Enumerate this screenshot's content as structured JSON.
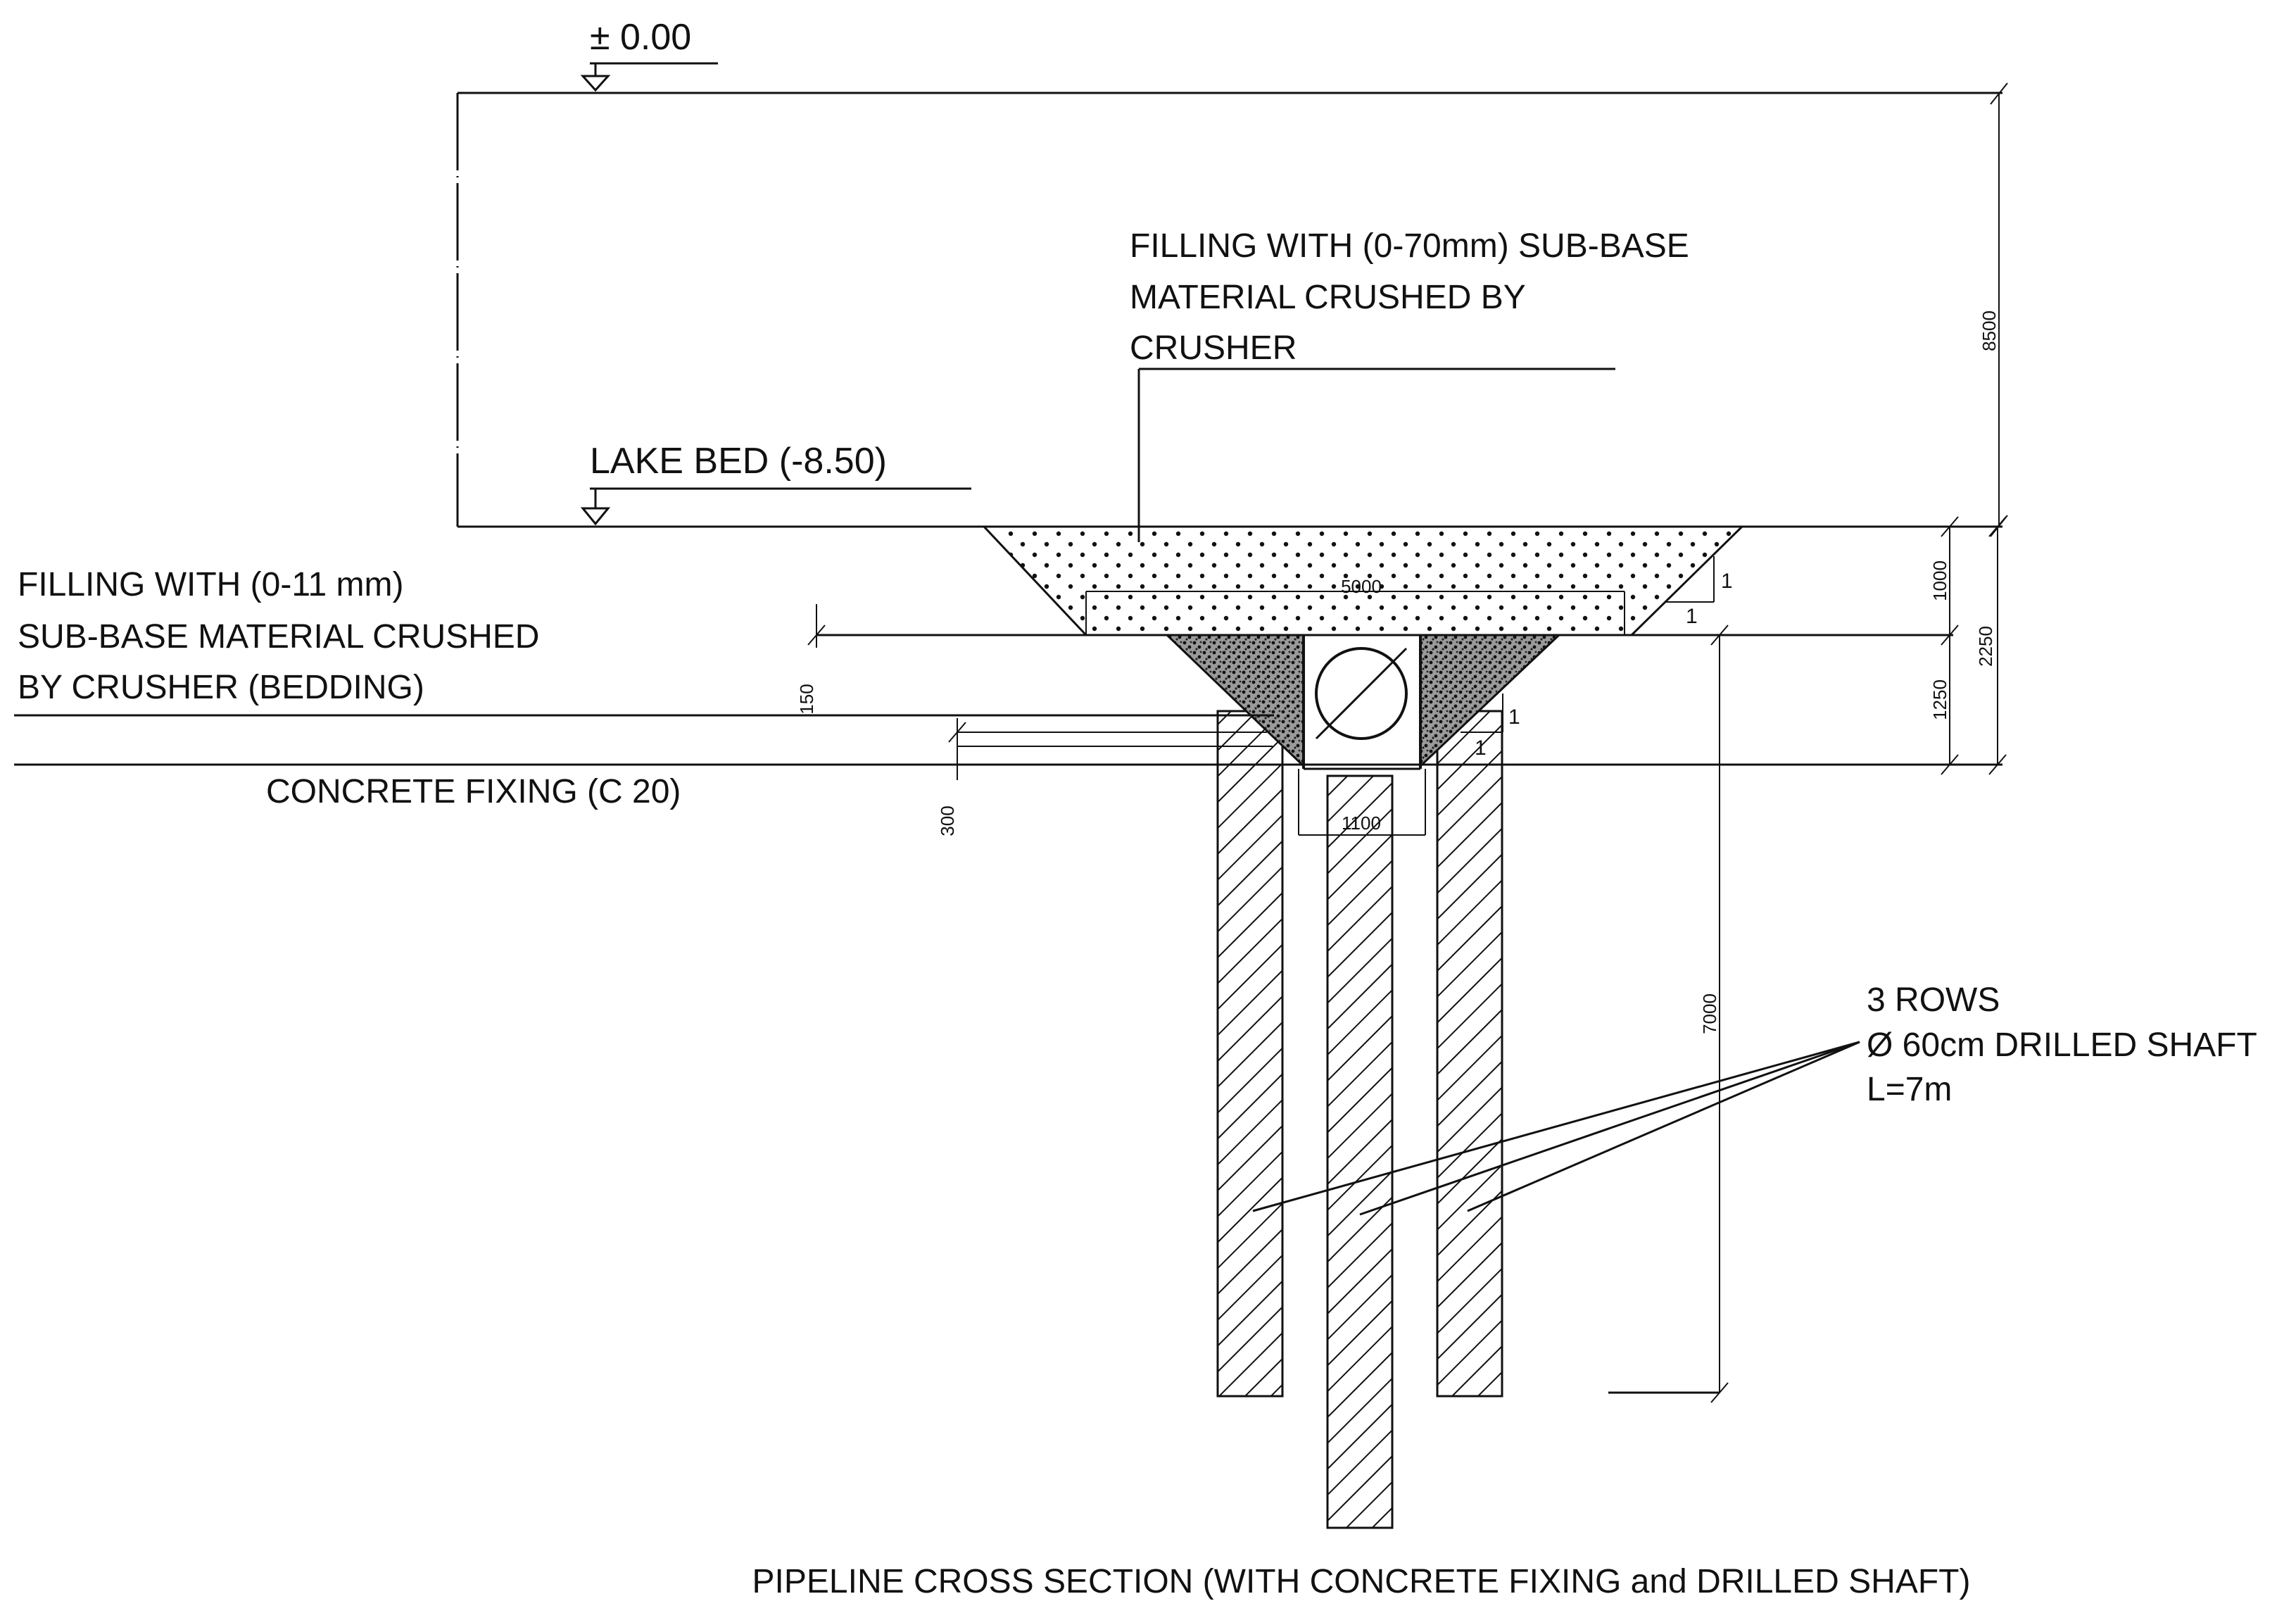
{
  "levels": {
    "top": "± 0.00",
    "lake_bed": "LAKE BED (-8.50)"
  },
  "notes": {
    "subbase_fill": [
      "FILLING WITH (0-70mm) SUB-BASE",
      "MATERIAL CRUSHED BY",
      "CRUSHER"
    ],
    "bedding_fill": [
      "FILLING WITH (0-11 mm)",
      "SUB-BASE MATERIAL CRUSHED",
      "BY CRUSHER (BEDDING)"
    ],
    "concrete_fixing": "CONCRETE FIXING (C 20)",
    "drilled_shaft": [
      "3 ROWS",
      "Ø 60cm DRILLED SHAFT",
      "L=7m"
    ]
  },
  "dimensions": {
    "water_depth": "8500",
    "top_layer": "1000",
    "total_fill": "2250",
    "bedding_layer": "1250",
    "shaft_length": "7000",
    "trench_width": "5000",
    "pipe_zone_width": "1100",
    "bedding_offset": "150",
    "concrete_depth": "300"
  },
  "slopes": {
    "rise": "1",
    "run": "1"
  },
  "caption": "PIPELINE CROSS SECTION (WITH CONCRETE FIXING and DRILLED SHAFT)",
  "colors": {
    "line": "#111111",
    "background": "#ffffff"
  }
}
